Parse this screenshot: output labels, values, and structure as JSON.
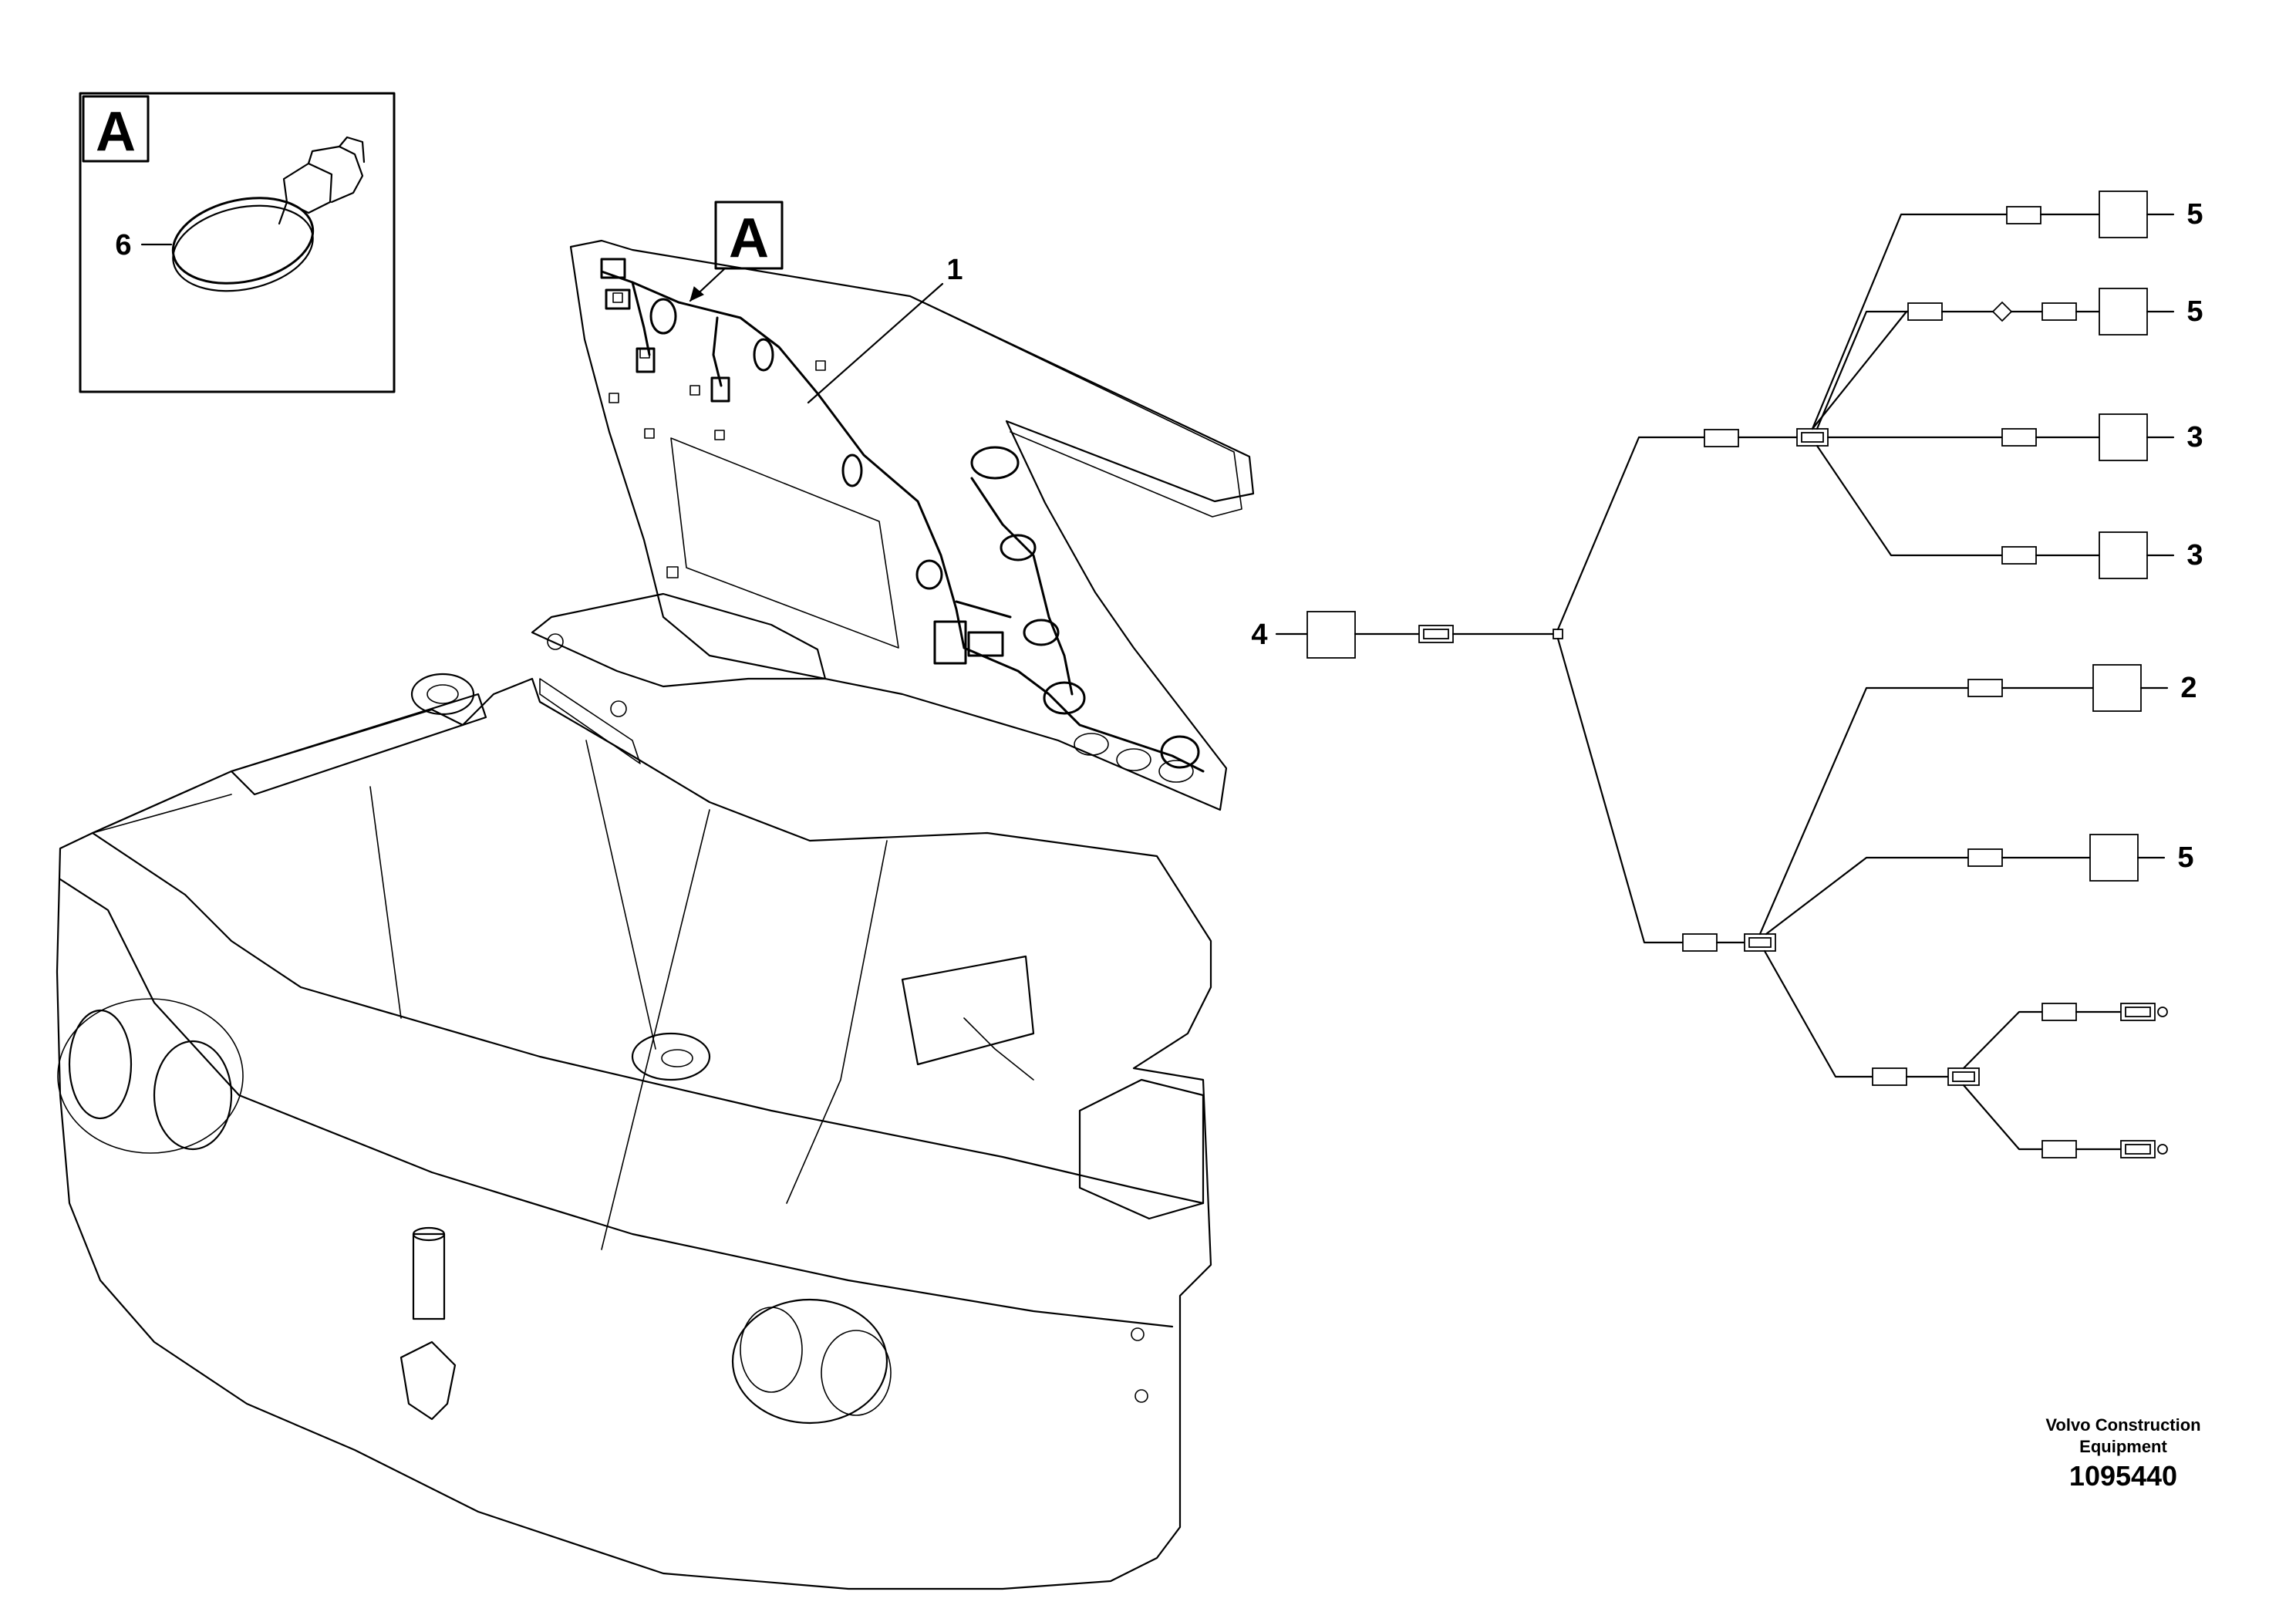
{
  "detail_view": {
    "tag": "A",
    "part_label": "6"
  },
  "main_view": {
    "tag": "A",
    "part_label": "1"
  },
  "schematic": {
    "labels": {
      "top_5a": "5",
      "top_5b": "5",
      "mid_3a": "3",
      "mid_3b": "3",
      "left_4": "4",
      "lower_2": "2",
      "lower_5": "5"
    }
  },
  "footer": {
    "company_line1": "Volvo Construction",
    "company_line2": "Equipment",
    "drawing_number": "1095440"
  }
}
